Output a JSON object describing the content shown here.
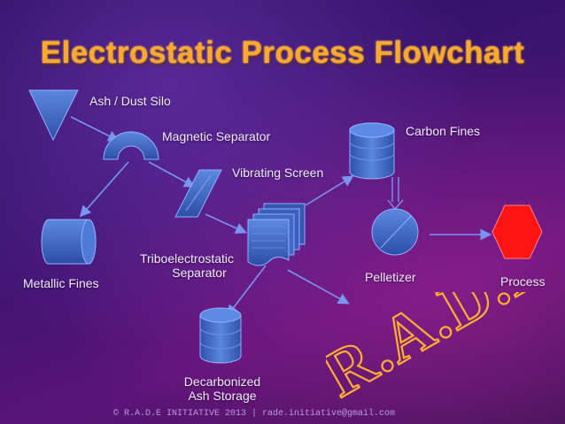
{
  "title": "Electrostatic Process Flowchart",
  "nodes": {
    "silo": "Ash / Dust Silo",
    "magnetic": "Magnetic Separator",
    "vibrating": "Vibrating Screen",
    "carbon": "Carbon Fines",
    "tribo_line1": "Triboelectrostatic",
    "tribo_line2": "Separator",
    "metallic": "Metallic Fines",
    "pelletizer": "Pelletizer",
    "process": "Process",
    "storage_line1": "Decarbonized",
    "storage_line2": "Ash Storage"
  },
  "footer": "© R.A.D.E INITIATIVE 2013   |  rade.initiative@gmail.com",
  "watermark": "R.A.D.E",
  "colors": {
    "title": "#ffa830",
    "shape_fill": "#3f6cc8",
    "arrow": "#6f8ae8",
    "process_fill": "#ff1a1a",
    "watermark": "#ffb030"
  }
}
